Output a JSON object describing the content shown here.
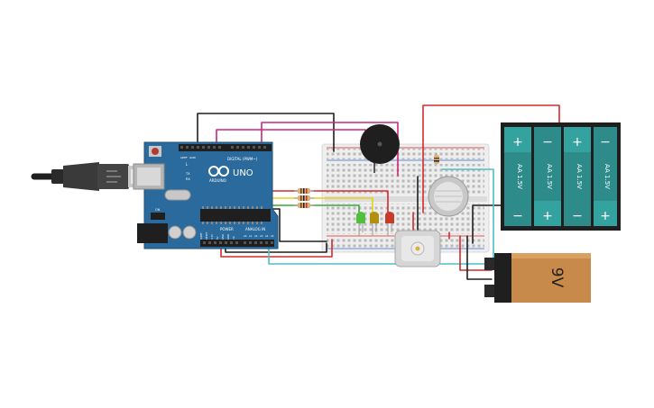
{
  "arduino": {
    "model": "UNO",
    "brand": "ARDUINO",
    "digital_label": "DIGITAL (PWM~)",
    "power_label": "POWER",
    "analog_label": "ANALOG IN",
    "aref_label": "AREF",
    "gnd_label": "GND",
    "tx_label": "TX",
    "rx_label": "RX",
    "l_label": "L",
    "on_label": "ON",
    "power_pins": [
      "IOREF",
      "RESET",
      "3.3V",
      "5V",
      "GND",
      "GND",
      "Vin"
    ],
    "analog_pins": [
      "A0",
      "A1",
      "A2",
      "A3",
      "A4",
      "A5"
    ]
  },
  "battery_pack": {
    "cell_label": "AA 1.5V",
    "plus": "+",
    "minus": "−"
  },
  "battery_9v": {
    "label": "9V"
  },
  "colors": {
    "arduino_board": "#2a6a9c",
    "wire_red": "#d42a2a",
    "wire_black": "#1f1f1f",
    "wire_magenta": "#c8287a",
    "wire_yellow": "#e8d21a",
    "wire_green": "#3aa83a",
    "wire_cyan": "#4cc0c8",
    "battery_teal": "#2d8c8a",
    "battery_9v_orange": "#c88a4a",
    "led_green": "#4fbf3c",
    "led_yellow": "#b38f10",
    "led_red": "#c83a2a"
  }
}
